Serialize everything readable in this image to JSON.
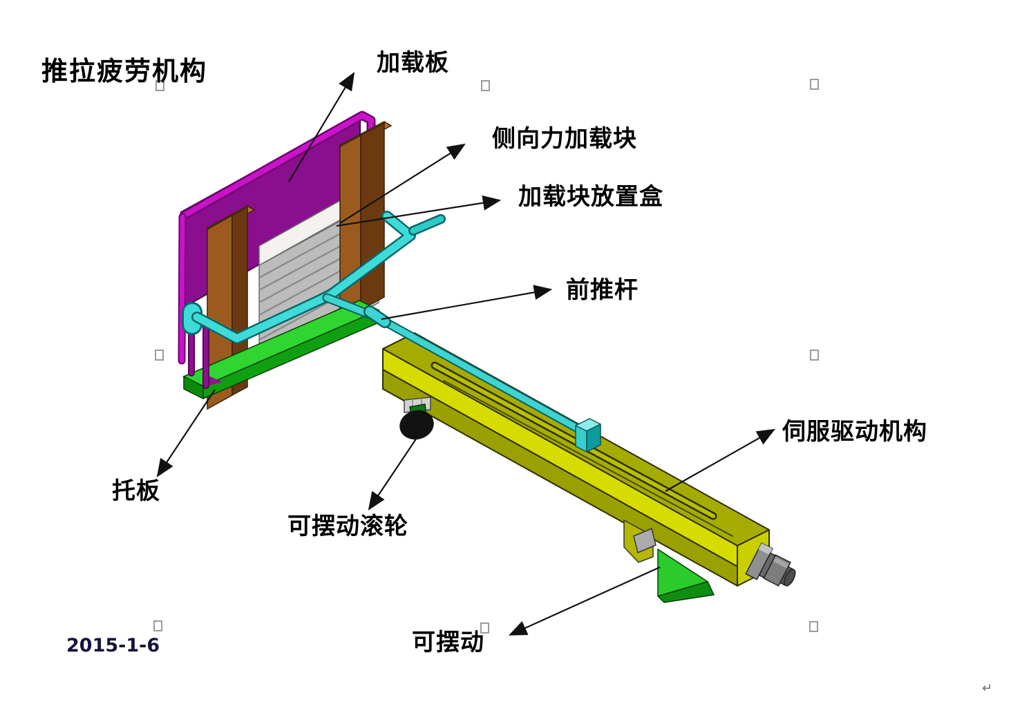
{
  "slide": {
    "title": "推拉疲劳机构",
    "date": "2015-1-6",
    "paragraph_mark": "↵"
  },
  "labels": {
    "loading_plate": "加载板",
    "side_force_block": "侧向力加载块",
    "block_box": "加载块放置盒",
    "front_push_rod": "前推杆",
    "servo_drive": "伺服驱动机构",
    "pallet": "托板",
    "swing_roller": "可摆动滚轮",
    "swingable": "可摆动"
  },
  "diagram_parts": [
    "loading-plate",
    "frame-tube",
    "loading-block-stack",
    "block-box",
    "side-channel-left",
    "side-channel-right",
    "pallet-base",
    "push-rod-tube",
    "servo-beam",
    "slider-block",
    "swing-roller",
    "pivot-wedge",
    "servo-motor"
  ],
  "colors": {
    "loading_plate_purple": "#8A0F8F",
    "frame_magenta": "#C913C9",
    "channel_brown": "#9C5B1E",
    "pallet_green": "#2FD530",
    "rod_cyan": "#3FDBD8",
    "beam_yellow": "#D6DC00",
    "beam_olive": "#A6AB00",
    "motor_gray": "#8C8C8C",
    "roller_black": "#121212",
    "arrow_black": "#111111",
    "label_text": "#000000",
    "date_text": "#14143C",
    "handle_border": "#9A9AA2"
  },
  "selection_handles": {
    "count": 8
  }
}
